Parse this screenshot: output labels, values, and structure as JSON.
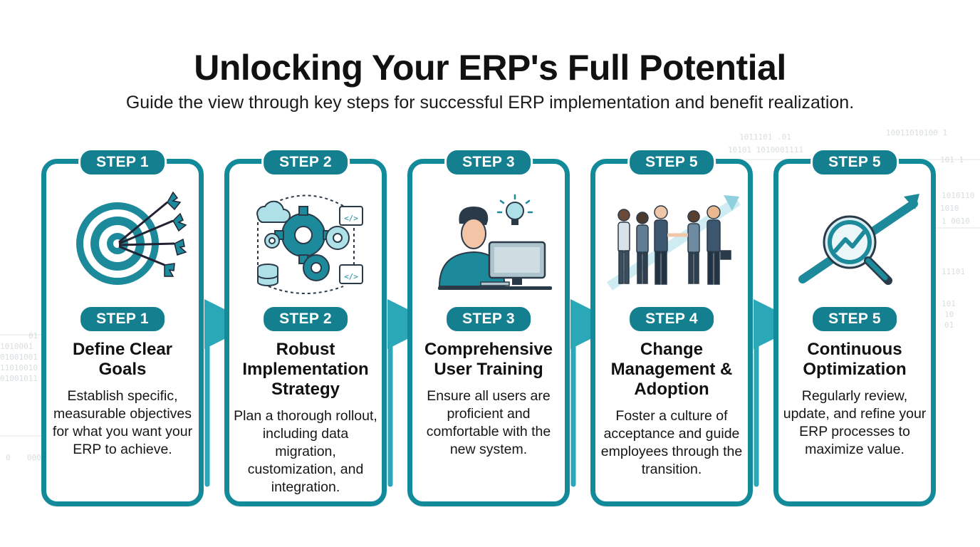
{
  "title": "Unlocking Your ERP's Full Potential",
  "subtitle": "Guide the view through key steps for successful ERP implementation and benefit realization.",
  "colors": {
    "accent": "#138a9a",
    "pill": "#147f8f",
    "arrow": "#2aa8b8"
  },
  "steps": [
    {
      "top_label": "STEP 1",
      "mid_label": "STEP 1",
      "icon": "target-with-arrows-icon",
      "title": "Define Clear Goals",
      "description": "Establish specific, measurable objectives for what you want your ERP to achieve."
    },
    {
      "top_label": "STEP 2",
      "mid_label": "STEP 2",
      "icon": "gears-cloud-database-icon",
      "title": "Robust Implementation Strategy",
      "description": "Plan a thorough rollout, including data migration, customization, and integration."
    },
    {
      "top_label": "STEP 3",
      "mid_label": "STEP 3",
      "icon": "user-at-computer-icon",
      "title": "Comprehensive User Training",
      "description": "Ensure all users are proficient and comfortable with the new system."
    },
    {
      "top_label": "STEP 5",
      "mid_label": "STEP 4",
      "icon": "team-handshake-icon",
      "title": "Change Management & Adoption",
      "description": "Foster a culture of acceptance and guide employees through the transition."
    },
    {
      "top_label": "STEP 5",
      "mid_label": "STEP 5",
      "icon": "magnifier-growth-icon",
      "title": "Continuous Optimization",
      "description": "Regularly review, update, and refine your ERP processes to maximize value."
    }
  ]
}
